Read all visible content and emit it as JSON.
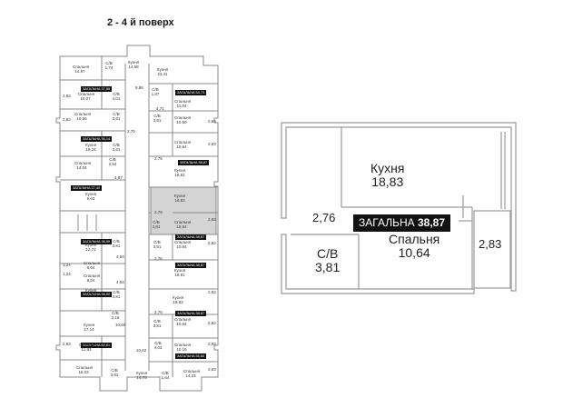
{
  "page_title": "2 - 4 й поверх",
  "floor_plan": {
    "apartments": [
      {
        "total": "ЗАГАЛЬНА 37,85"
      },
      {
        "total": "ЗАГАЛЬНА 54,73"
      },
      {
        "total": "ЗАГАЛЬНА 36,14"
      },
      {
        "total": "ЗАГАЛЬНА 38,87"
      },
      {
        "total": "ЗАГАЛЬНА 27,40"
      },
      {
        "total": "ЗАГАЛЬНА 38,87"
      },
      {
        "total": "ЗАГАЛЬНА 36,90"
      },
      {
        "total": "ЗАГАЛЬНА 38,87"
      },
      {
        "total": "ЗАГАЛЬНА 36,90"
      },
      {
        "total": "ЗАГАЛЬНА 38,87"
      },
      {
        "total": "ЗАГАЛЬНА 62,61"
      },
      {
        "total": "ЗАГАЛЬНА 56,84"
      }
    ],
    "labels": [
      "Спальня\n14,97",
      "С/В\n1,74",
      "Кухня\n14,58",
      "Кухня\n23,41",
      "Спальня\n10,07",
      "С/В\n4,01",
      "С/В\n1,87",
      "Спальня\n11,04",
      "Спальня\n10,56",
      "С/В\n3,81",
      "Спальня\n10,50",
      "С/В\n3,81",
      "Кухня\n18,24",
      "С/В\n3,81",
      "Спальня\n10,64",
      "Спальня\n14,04",
      "С/В\n2,54",
      "Кухня\n18,81",
      "Кухня\n9,63",
      "Кухня\n18,83",
      "С/В\n3,81",
      "Спальня\n10,64",
      "Кухня\n12,74",
      "С/В\n3,81",
      "С/В\n3,81",
      "Спальня\n10,64",
      "Спальня\n8,04",
      "Кухня\n18,81",
      "Спальня\n8,04",
      "Кухня\n18,83",
      "Кухня\n12,74",
      "С/В\n3,81",
      "Кухня\n17,14",
      "С/В\n2,18",
      "Спальня\n10,64",
      "С/В\n3,81",
      "Спальня\n11,93",
      "С/В\n4,03",
      "Спальня\n10,16",
      "Спальня\n15,03",
      "Кухня\n14,75",
      "С/В\n1,64",
      "Спальня\n14,23",
      "С/В\n3,81"
    ],
    "dims": [
      "2,83",
      "2,83",
      "2,83",
      "2,83",
      "2,83",
      "2,83",
      "2,83",
      "2,83",
      "2,83",
      "2,83",
      "2,83",
      "2,70",
      "2,76",
      "2,76",
      "2,76",
      "2,76",
      "4,71",
      "9,86",
      "4,87",
      "4,64",
      "4,64",
      "1,24",
      "1,24",
      "10,69",
      "10,62"
    ]
  },
  "unit": {
    "rooms": [
      {
        "name": "Кухня",
        "area": "18,83"
      },
      {
        "name": "Спальня",
        "area": "10,64"
      },
      {
        "name": "С/В",
        "area": "3,81"
      }
    ],
    "total_label": "ЗАГАЛЬНА",
    "total_value": "38,87",
    "dim_left": "2,76",
    "dim_right": "2,83"
  }
}
